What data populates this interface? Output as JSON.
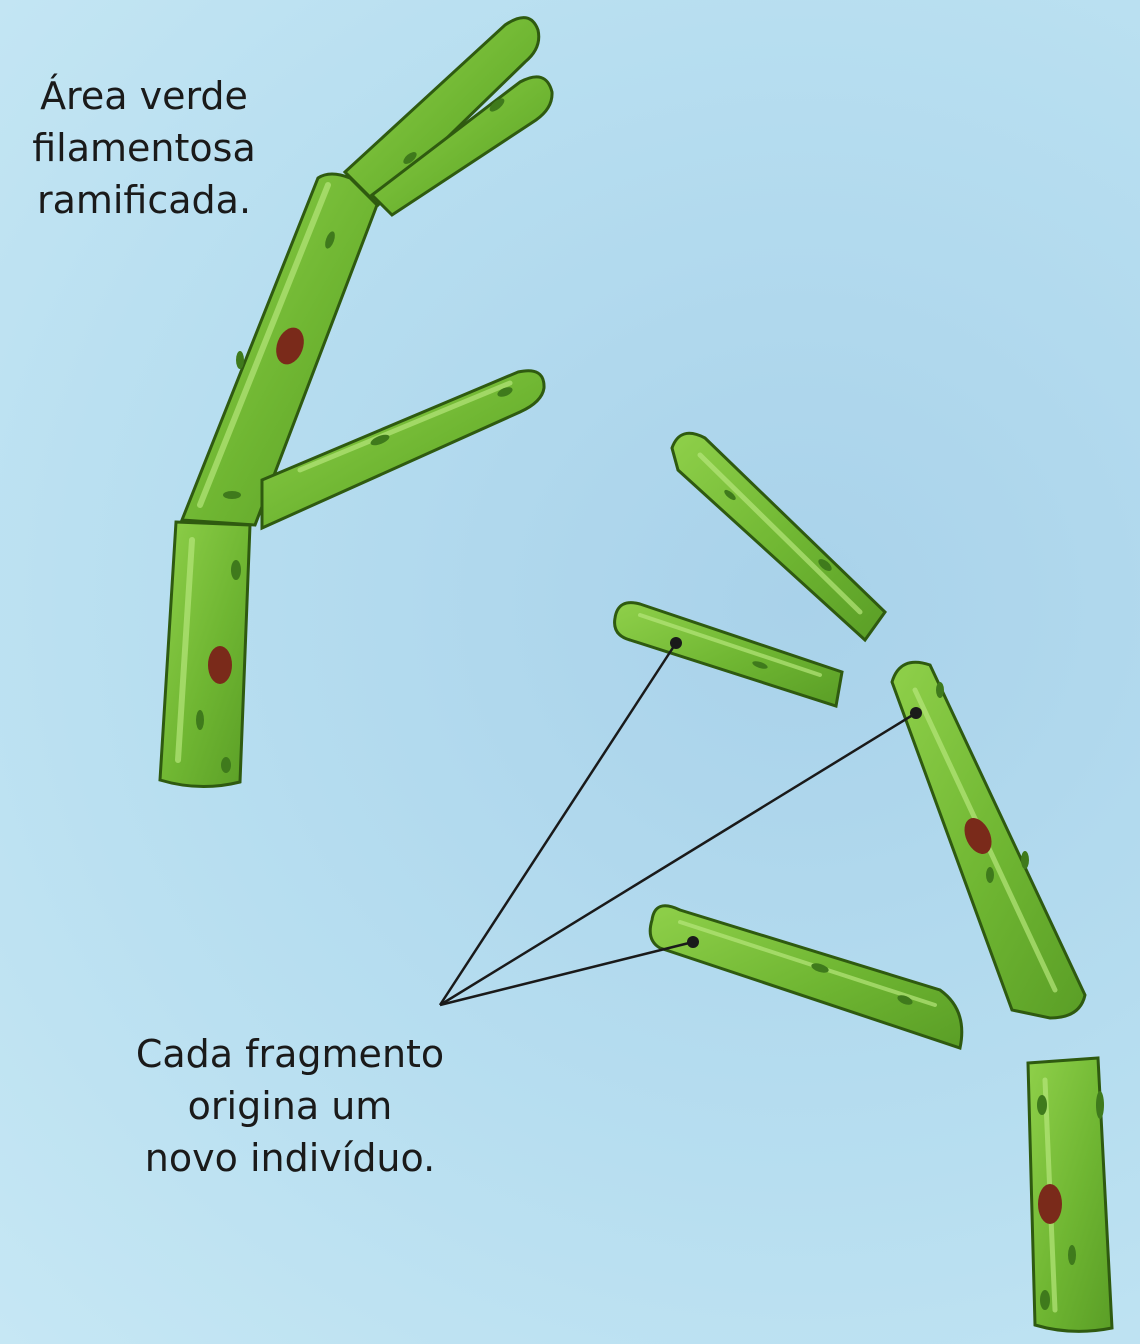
{
  "labels": {
    "branched_alga": [
      "Área verde",
      "filamentosa",
      "ramificada."
    ],
    "fragments": [
      "Cada fragmento",
      "origina um",
      "novo indivíduo."
    ]
  },
  "colors": {
    "background": "#b7def0",
    "cell_fill": "#72b934",
    "cell_stroke": "#2f5a10",
    "nucleus": "#7a2a1a",
    "chloroplast": "#3f7a1c",
    "pointer_line": "#1a1a1a"
  }
}
